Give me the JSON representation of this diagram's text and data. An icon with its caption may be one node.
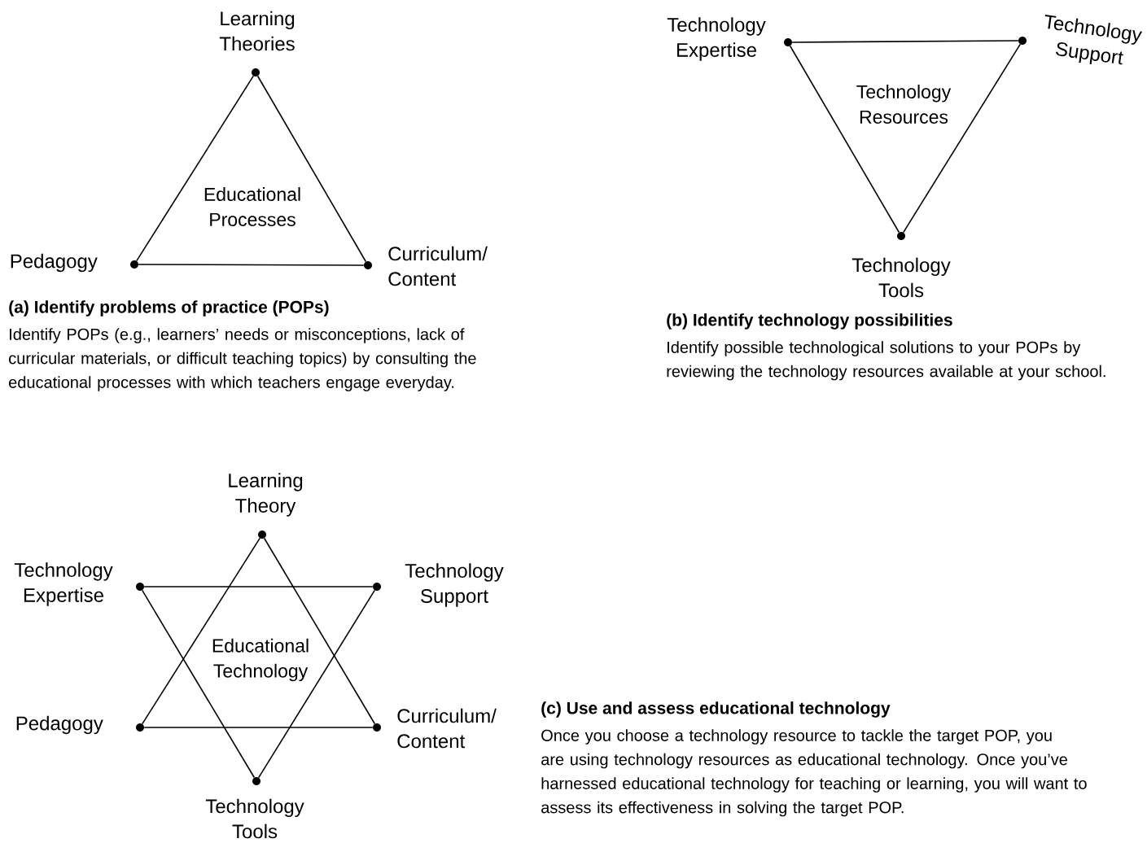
{
  "diagram": {
    "nodes": [
      {
        "text": [],
        "shape": "circle",
        "beside": [
          "Learning Theories"
        ]
      },
      {
        "text": [],
        "shape": "circle",
        "beside": [
          "Pedagogy"
        ]
      },
      {
        "text": [],
        "shape": "circle",
        "beside": [
          "Curriculum/ Content"
        ]
      },
      {
        "text": [],
        "shape": "circle",
        "beside": [
          "Technology Expertise"
        ]
      },
      {
        "text": [],
        "shape": "circle",
        "beside": [
          "Technology Support"
        ]
      },
      {
        "text": [],
        "shape": "circle",
        "beside": [
          "Technology Tools"
        ]
      },
      {
        "text": [],
        "shape": "circle",
        "beside": [
          "Learning Theory"
        ]
      },
      {
        "text": [],
        "shape": "circle",
        "beside": [
          "Technology Expertise"
        ]
      },
      {
        "text": [],
        "shape": "circle",
        "beside": [
          "Technology Support"
        ]
      },
      {
        "text": [],
        "shape": "circle",
        "beside": [
          "Pedagogy"
        ]
      },
      {
        "text": [],
        "shape": "circle",
        "beside": [
          "Curriculum/ Content"
        ]
      },
      {
        "text": [],
        "shape": "circle",
        "beside": [
          "Technology Tools"
        ]
      }
    ],
    "edges": [
      {
        "from": 0,
        "to": 1,
        "arrow": "none"
      },
      {
        "from": 1,
        "to": 2,
        "arrow": "none"
      },
      {
        "from": 2,
        "to": 0,
        "arrow": "none"
      },
      {
        "from": 3,
        "to": 4,
        "arrow": "none"
      },
      {
        "from": 4,
        "to": 5,
        "arrow": "none"
      },
      {
        "from": 5,
        "to": 3,
        "arrow": "none"
      },
      {
        "from": 6,
        "to": 9,
        "arrow": "none"
      },
      {
        "from": 9,
        "to": 10,
        "arrow": "none"
      },
      {
        "from": 10,
        "to": 6,
        "arrow": "none"
      },
      {
        "from": 7,
        "to": 8,
        "arrow": "none"
      },
      {
        "from": 8,
        "to": 11,
        "arrow": "none"
      },
      {
        "from": 11,
        "to": 7,
        "arrow": "none"
      }
    ],
    "labels": [
      "Educational Processes",
      "(a) Identify problems of practice (POPs)",
      "Identify POPs (e.g., learners’ needs or misconceptions, lack of curricular materials, or difficult teaching topics) by consulting the educational processes with which teachers engage everyday.",
      "Technology Resources",
      "(b) Identify technology possibilities",
      "Identify possible technological solutions to your POPs by reviewing the technology resources available at your school.",
      "Educational Technology",
      "(c) Use and assess educational technology",
      "Once you choose a technology resource to tackle the target POP, you are using technology resources as educational technology. Once you’ve harnessed educational technology for teaching or learning, you will want to assess its effectiveness in solving the target POP."
    ]
  }
}
